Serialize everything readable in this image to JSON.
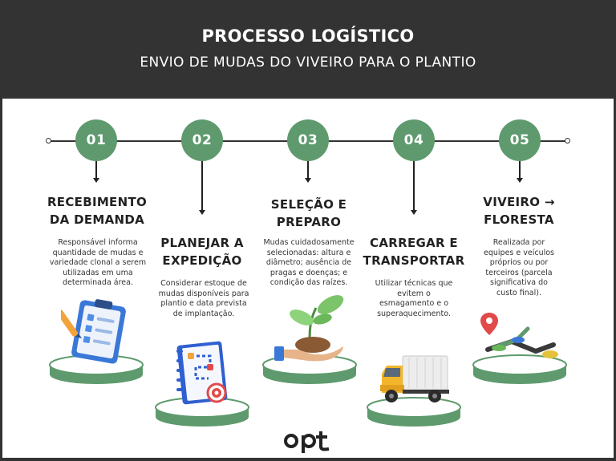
{
  "header": {
    "title": "PROCESSO LOGÍSTICO",
    "subtitle": "ENVIO DE MUDAS DO VIVEIRO PARA O PLANTIO"
  },
  "steps": [
    {
      "number": "01",
      "title_line1": "RECEBIMENTO",
      "title_line2": "DA DEMANDA",
      "description": [
        "Responsável informa",
        "quantidade de mudas e",
        "variedade clonal a serem",
        "utilizadas em uma",
        "determinada área."
      ],
      "icon": "clipboard-checklist-icon"
    },
    {
      "number": "02",
      "title_line1": "PLANEJAR A",
      "title_line2": "EXPEDIÇÃO",
      "description": [
        "Considerar estoque de",
        "mudas disponíveis para",
        "plantio e data prevista",
        "de implantação."
      ],
      "icon": "planning-notebook-target-icon"
    },
    {
      "number": "03",
      "title_line1": "SELEÇÃO E",
      "title_line2": "PREPARO",
      "description": [
        "Mudas cuidadosamente",
        "selecionadas: altura e",
        "diâmetro; ausência de",
        "pragas e doenças; e",
        "condição das raízes."
      ],
      "icon": "hand-holding-seedling-icon"
    },
    {
      "number": "04",
      "title_line1": "CARREGAR E",
      "title_line2": "TRANSPORTAR",
      "description": [
        "Utilizar técnicas que",
        "evitem o",
        "esmagamento e o",
        "superaquecimento."
      ],
      "icon": "delivery-truck-icon"
    },
    {
      "number": "05",
      "title_line1": "VIVEIRO →",
      "title_line2": "FLORESTA",
      "description": [
        "Realizada por",
        "equipes e veículos",
        "próprios ou por",
        "terceiros (parcela",
        "significativa do",
        "custo final)."
      ],
      "icon": "route-map-pin-icon"
    }
  ],
  "logo": {
    "text": "opt"
  },
  "colors": {
    "header_bg": "#333333",
    "step_green": "#5e9a6d",
    "pedestal_green": "#5e9a6d"
  }
}
